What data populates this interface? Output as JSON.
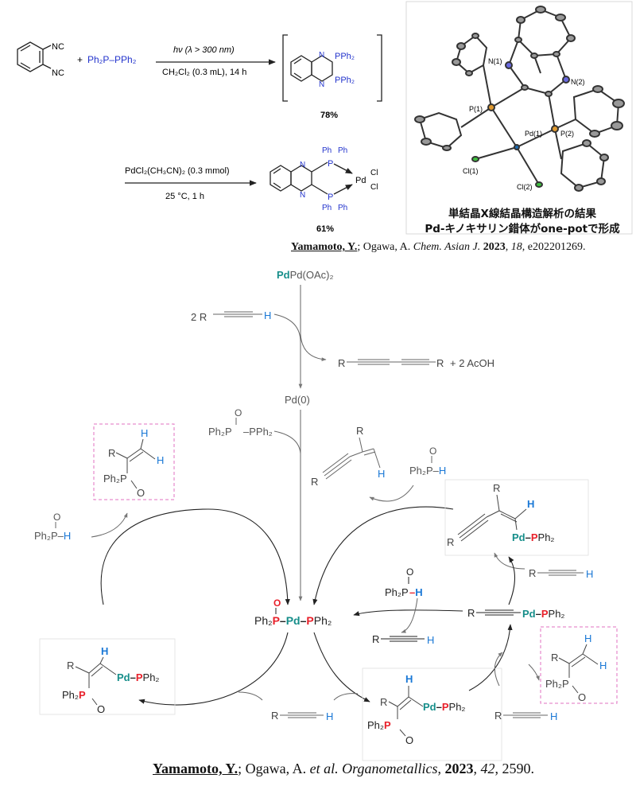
{
  "reaction1": {
    "reagent_isocyanide": "NC",
    "plus": "+",
    "diphosphine": "Ph₂P–PPh₂",
    "condition_top": "hν (λ > 300 nm)",
    "condition_bottom": "CH₂Cl₂ (0.3 mL), 14 h",
    "product_substituent": "PPh₂",
    "yield": "78%"
  },
  "reaction2": {
    "condition_top": "PdCl₂(CH₃CN)₂ (0.3 mmol)",
    "condition_bottom": "25 °C, 1 h",
    "metal": "Pd",
    "ligand": "Cl",
    "phosphorus": "P",
    "phenyl": "Ph",
    "yield": "61%"
  },
  "crystal": {
    "atom_labels": [
      "N(1)",
      "N(2)",
      "P(1)",
      "Pd(1)",
      "P(2)",
      "Cl(1)",
      "Cl(2)"
    ],
    "caption_line1": "単結晶X線結晶構造解析の結果",
    "caption_line2": "Pd-キノキサリン錯体がone-potで形成"
  },
  "reference_top": {
    "author": "Yamamoto, Y.",
    "coauthors": "; Ogawa, A.",
    "journal": "Chem. Asian J.",
    "year": "2023",
    "volume": "18",
    "pages": ", e202201269."
  },
  "cycle": {
    "catalyst": "Pd(OAc)₂",
    "alkyne_reagent": "2 R",
    "h": "H",
    "diyne_product": "R",
    "acoh": "+ 2 AcOH",
    "pd0": "Pd(0)",
    "diphosphine_monoxide_left": "Ph₂P",
    "diphosphine_monoxide_right": "PPh₂",
    "o": "O",
    "central_complex_left": "Ph₂P",
    "pd": "Pd",
    "central_complex_right": "PPh₂",
    "phosphine_oxide_h": "Ph₂P",
    "r": "R",
    "ph2": "Ph₂",
    "pph2": "PPh₂",
    "p": "P"
  },
  "colors": {
    "pd": "#168e8a",
    "p": "#e8202a",
    "h": "#1a78d6",
    "reagent_p": "#2233cc",
    "box": "#e070c0"
  },
  "reference_bottom": {
    "author": "Yamamoto, Y.",
    "rest": "; Ogawa, A. ",
    "etal": "et al. Organometallics",
    "year": "2023",
    "volume": "42",
    "pages": ", 2590."
  }
}
